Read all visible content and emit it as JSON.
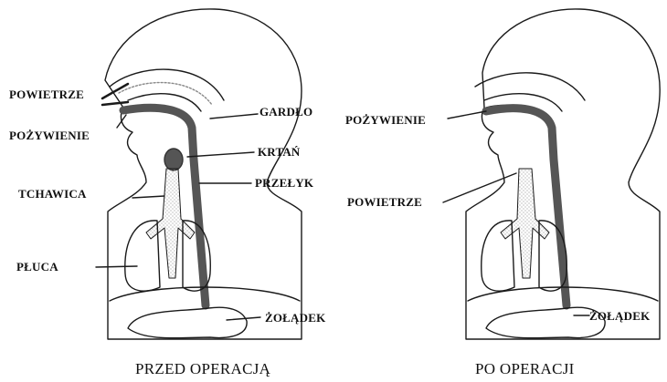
{
  "left_figure": {
    "caption": "PRZED OPERACJĄ",
    "labels": {
      "powietrze": "POWIETRZE",
      "pozywienie": "POŻYWIENIE",
      "tchawica": "TCHAWICA",
      "pluca": "PŁUCA",
      "gardlo": "GARDŁO",
      "krtan": "KRTAŃ",
      "przelyk": "PRZEŁYK",
      "zoladek": "ŻOŁĄDEK"
    }
  },
  "right_figure": {
    "caption": "PO OPERACJI",
    "labels": {
      "pozywienie": "POŻYWIENIE",
      "powietrze": "POWIETRZE",
      "zoladek": "ŻOŁĄDEK"
    }
  },
  "colors": {
    "outline": "#1a1a1a",
    "esophagus": "#555555",
    "stipple": "#9a9a9a"
  }
}
